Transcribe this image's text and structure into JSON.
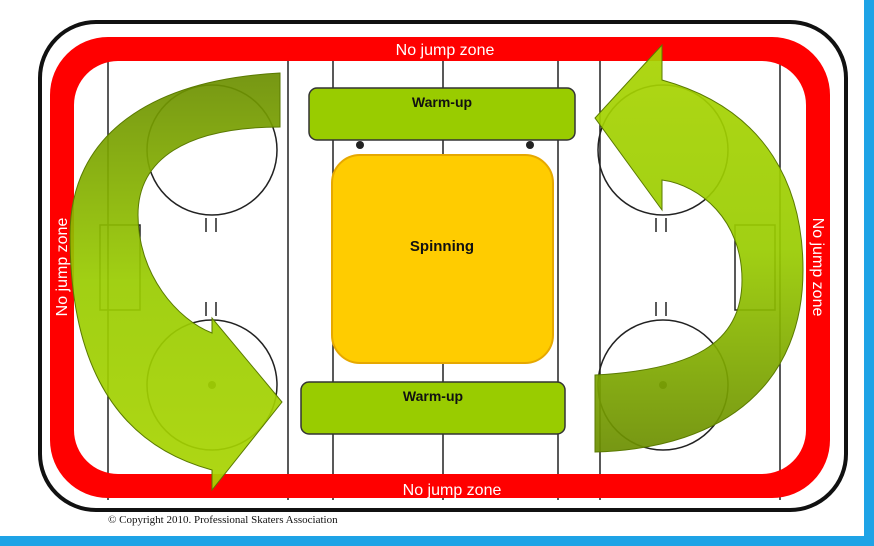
{
  "labels": {
    "zone_top": "No jump zone",
    "zone_bottom": "No jump zone",
    "zone_left": "No jump zone",
    "zone_right": "No jump zone",
    "warmup_top": "Warm-up",
    "warmup_bottom": "Warm-up",
    "spinning": "Spinning",
    "copyright": "© Copyright 2010. Professional Skaters Association"
  },
  "colors": {
    "no_jump_zone": "#ff0000",
    "warmup_fill": "#99cc00",
    "spinning_fill": "#ffcc00",
    "arrow_light": "#99cc00",
    "arrow_dark": "#6b8e00",
    "border_blue": "#1ea3e6"
  }
}
